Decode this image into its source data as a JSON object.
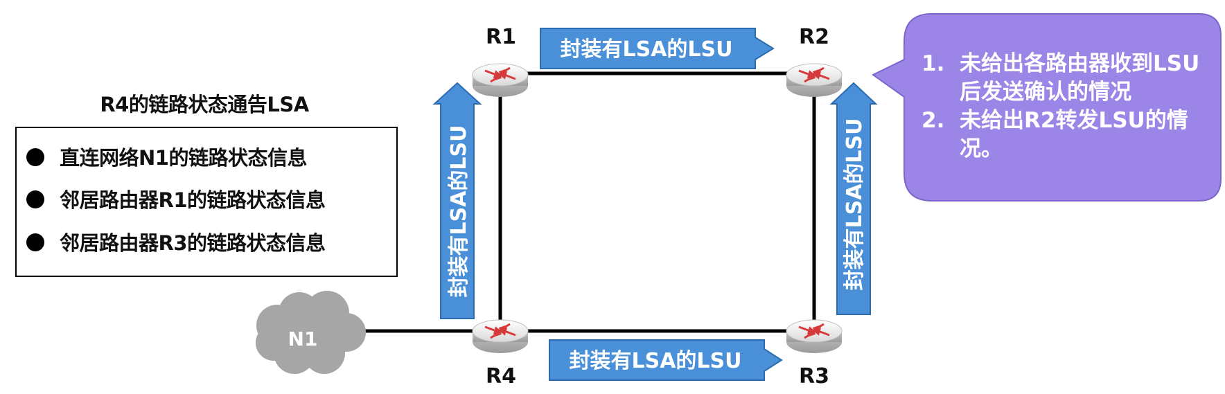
{
  "lsa_panel": {
    "title": "R4的链路状态通告LSA",
    "items": [
      "直连网络N1的链路状态信息",
      "邻居路由器R1的链路状态信息",
      "邻居路由器R3的链路状态信息"
    ]
  },
  "routers": {
    "r1": "R1",
    "r2": "R2",
    "r3": "R3",
    "r4": "R4"
  },
  "network": {
    "n1": "N1"
  },
  "arrows": {
    "r1_to_r2": "封装有LSA的LSU",
    "r4_to_r3": "封装有LSA的LSU",
    "r4_to_r1": "封装有LSA的LSU",
    "r3_to_r2": "封装有LSA的LSU"
  },
  "note": {
    "items": [
      {
        "num": "1.",
        "text": "未给出各路由器收到LSU后发送确认的情况"
      },
      {
        "num": "2.",
        "text": "未给出R2转发LSU的情况。"
      }
    ]
  },
  "colors": {
    "arrow_fill": "#4a90d9",
    "arrow_border": "#2b6cb0",
    "note_fill": "#9b85e6",
    "cloud": "#a6a6a6",
    "link": "#000000"
  }
}
